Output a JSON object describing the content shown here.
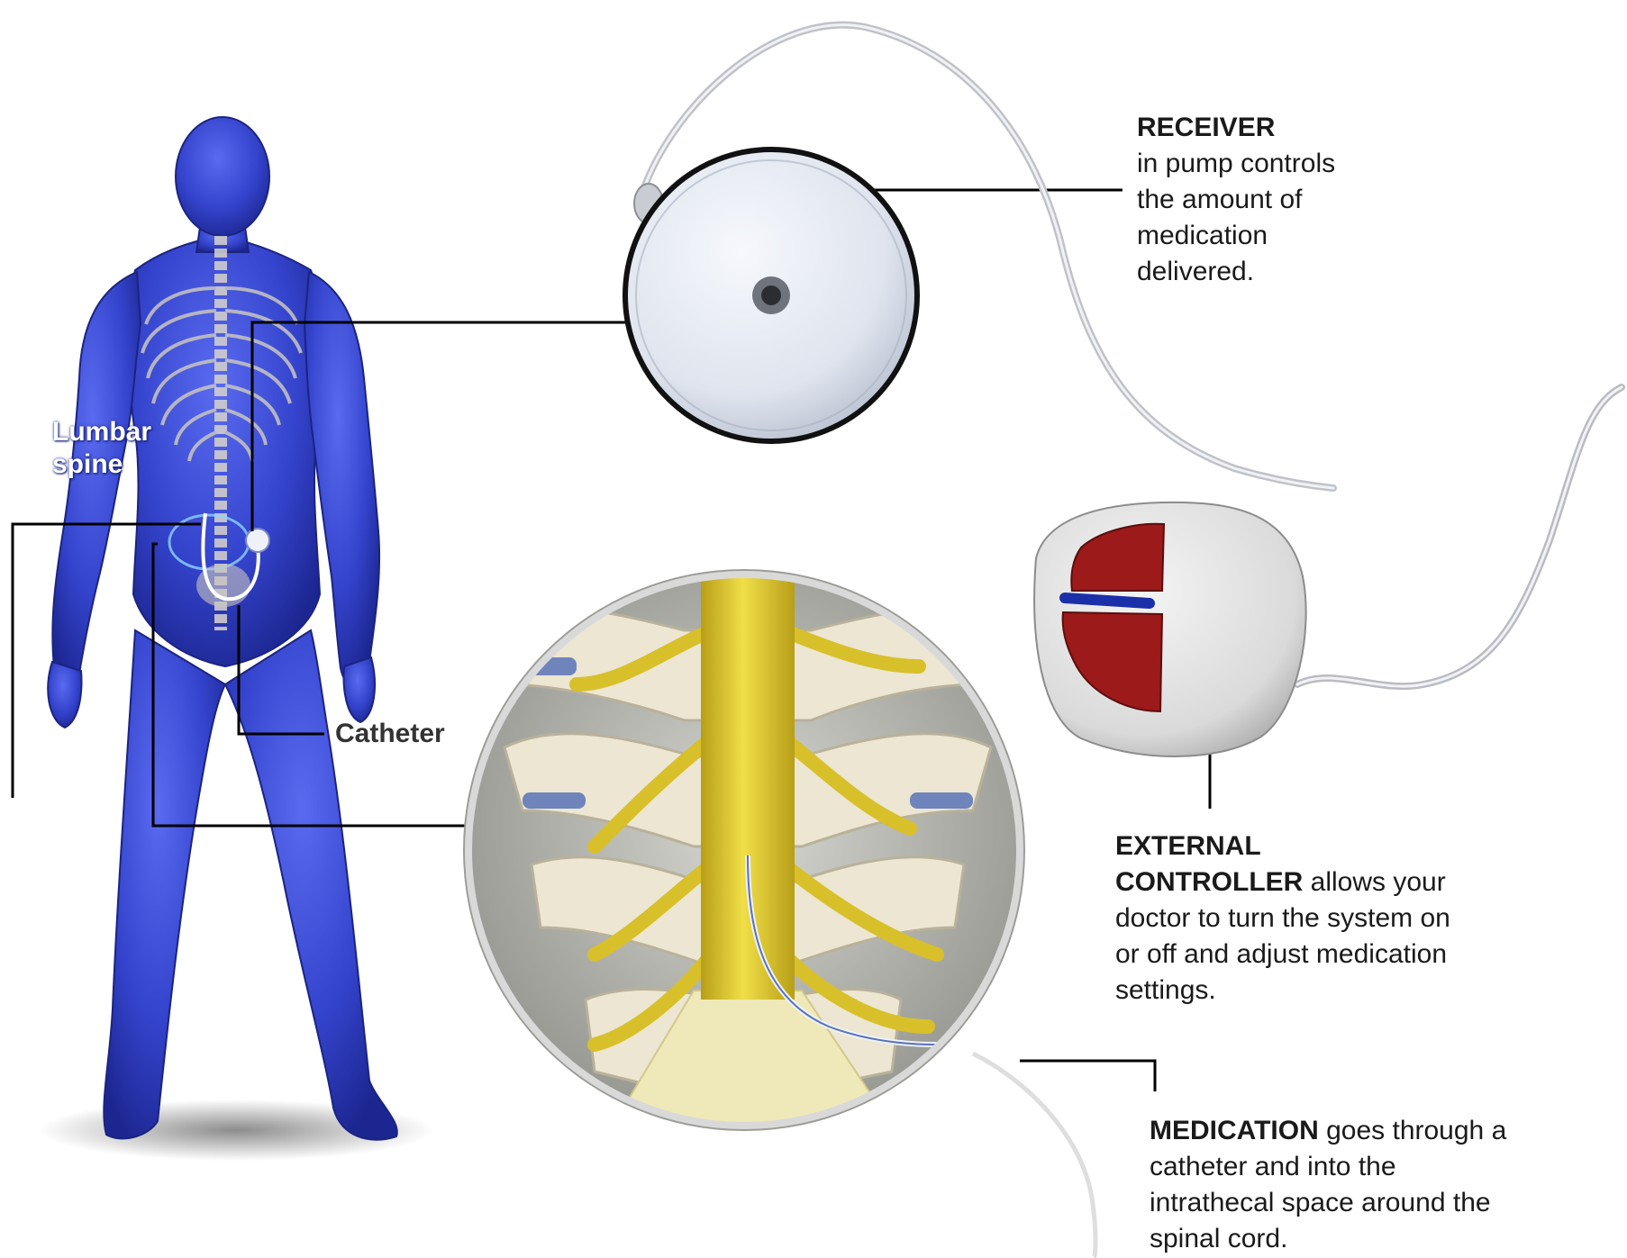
{
  "colors": {
    "body": "#3a49d6",
    "spinal_cord": "#e0cc30",
    "bone": "#ece6d2",
    "device": "#dfe3ea",
    "button_red": "#9c1a1a",
    "button_blue": "#1a2fa8",
    "leader": "#000000"
  },
  "icons": [
    "human-body-figure",
    "pump-receiver-device",
    "external-controller-device",
    "spine-magnifier"
  ],
  "labels": {
    "lumbar_line1": "Lumbar",
    "lumbar_line2": "spine",
    "catheter": "Catheter"
  },
  "receiver": {
    "title": "RECEIVER",
    "l1": "in pump controls",
    "l2": "the amount of",
    "l3": "medication",
    "l4": "delivered."
  },
  "controller": {
    "title_1": "EXTERNAL",
    "title_2": "CONTROLLER",
    "l1_rest": " allows your",
    "l2": "doctor to turn the system on",
    "l3": "or off and adjust medication",
    "l4": "settings."
  },
  "medication": {
    "title": "MEDICATION",
    "l1_rest": " goes through a",
    "l2": "catheter and into the",
    "l3": "intrathecal space around the",
    "l4": "spinal cord."
  }
}
